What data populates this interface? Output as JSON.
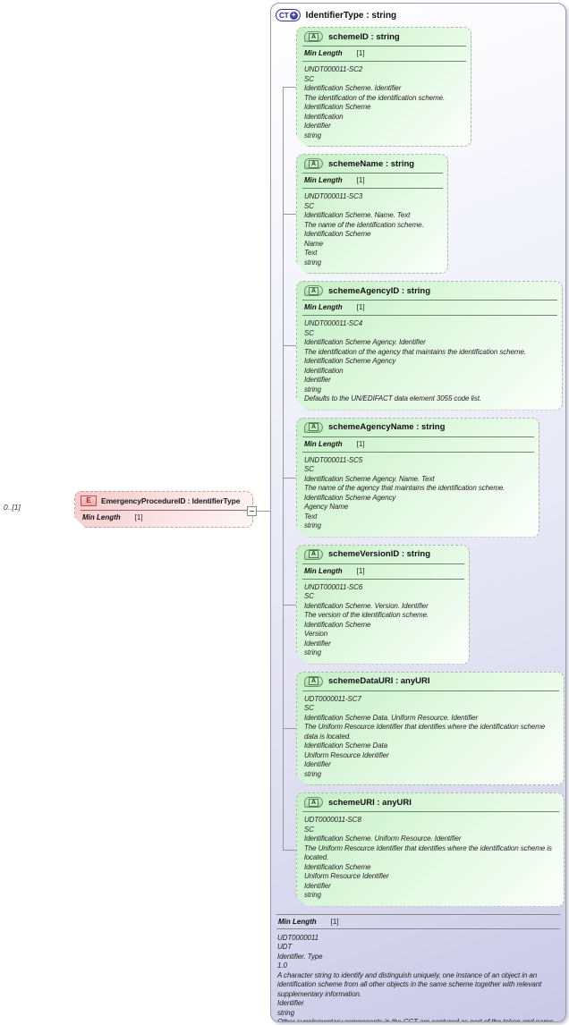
{
  "colors": {
    "container_fill": "#dcdcf0",
    "container_border": "#9a9ab0",
    "attribute_fill": "#c6f0c6",
    "element_fill": "#f6c9c9",
    "ct_icon_blue": "#3b3b8c",
    "connector_gray": "#999999"
  },
  "element": {
    "cardinality": "0..[1]",
    "icon_letter": "E",
    "title": "EmergencyProcedureID : IdentifierType",
    "facet_label": "Min Length",
    "facet_value": "[1]"
  },
  "complex_type": {
    "icon_letters": "CT",
    "icon_plus": "+",
    "title": "IdentifierType : string",
    "attributes": [
      {
        "icon_letter": "A",
        "name": "schemeID : string",
        "facet_label": "Min Length",
        "facet_value": "[1]",
        "doc": "UNDT000011-SC2\nSC\nIdentification Scheme. Identifier\nThe identification of the identification scheme.\nIdentification Scheme\nIdentification\nIdentifier\nstring"
      },
      {
        "icon_letter": "A",
        "name": "schemeName : string",
        "facet_label": "Min Length",
        "facet_value": "[1]",
        "doc": "UNDT000011-SC3\nSC\nIdentification Scheme. Name. Text\nThe name of the identification scheme.\nIdentification Scheme\nName\nText\nstring"
      },
      {
        "icon_letter": "A",
        "name": "schemeAgencyID : string",
        "facet_label": "Min Length",
        "facet_value": "[1]",
        "doc": "UNDT000011-SC4\nSC\nIdentification Scheme Agency. Identifier\nThe identification of the agency that maintains the identification scheme.\nIdentification Scheme Agency\nIdentification\nIdentifier\nstring\nDefaults to the UN/EDIFACT data element 3055 code list."
      },
      {
        "icon_letter": "A",
        "name": "schemeAgencyName : string",
        "facet_label": "Min Length",
        "facet_value": "[1]",
        "doc": "UNDT000011-SC5\nSC\nIdentification Scheme Agency. Name. Text\nThe name of the agency that maintains the identification scheme.\nIdentification Scheme Agency\nAgency Name\nText\nstring"
      },
      {
        "icon_letter": "A",
        "name": "schemeVersionID : string",
        "facet_label": "Min Length",
        "facet_value": "[1]",
        "doc": "UNDT000011-SC6\nSC\nIdentification Scheme. Version. Identifier\nThe version of the identification scheme.\nIdentification Scheme\nVersion\nIdentifier\nstring"
      },
      {
        "icon_letter": "A",
        "name": "schemeDataURI : anyURI",
        "doc": "UDT0000011-SC7\nSC\nIdentification Scheme Data. Uniform Resource. Identifier\nThe Uniform Resource Identifier that identifies where the identification scheme data is located.\nIdentification Scheme Data\nUniform Resource Identifier\nIdentifier\nstring"
      },
      {
        "icon_letter": "A",
        "name": "schemeURI : anyURI",
        "doc": "UDT0000011-SC8\nSC\nIdentification Scheme. Uniform Resource. Identifier\nThe Uniform Resource Identifier that identifies where the identification scheme is located.\nIdentification Scheme\nUniform Resource Identifier\nIdentifier\nstring"
      }
    ],
    "facet_label": "Min Length",
    "facet_value": "[1]",
    "doc": "UDT0000011\nUDT\nIdentifier. Type\n1.0\nA character string to identify and distinguish uniquely, one instance of an object in an identification scheme from all other objects in the same scheme together with relevant supplementary information.\nIdentifier\nstring\nOther supplementary components in the CCT are captured as part of the token and name for the schema module containing the identifer list and thus, are not declared as attributes."
  }
}
